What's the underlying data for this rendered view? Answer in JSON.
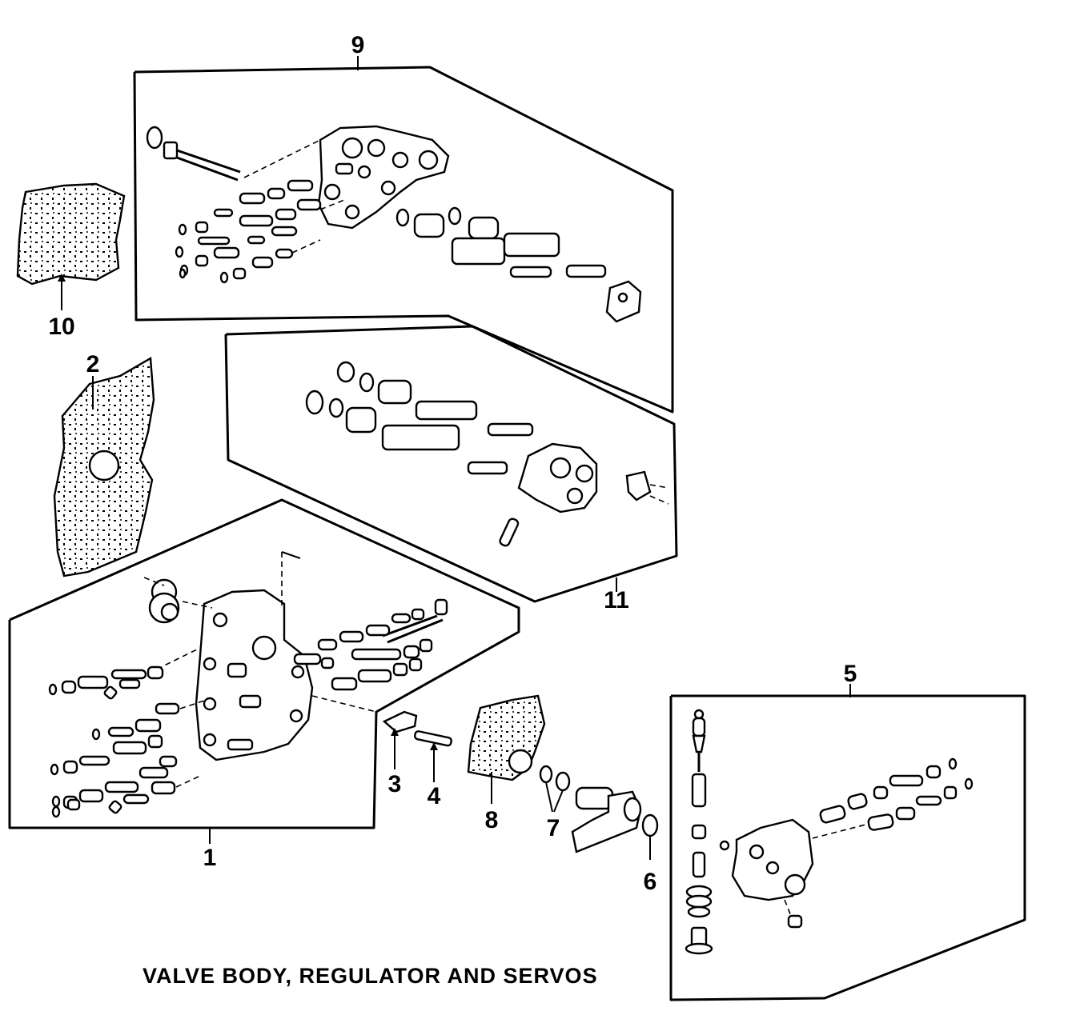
{
  "caption": "VALVE BODY, REGULATOR AND SERVOS",
  "callouts": {
    "c1": "1",
    "c2": "2",
    "c3": "3",
    "c4": "4",
    "c5": "5",
    "c6": "6",
    "c7": "7",
    "c8": "8",
    "c9": "9",
    "c10": "10",
    "c11": "11"
  }
}
